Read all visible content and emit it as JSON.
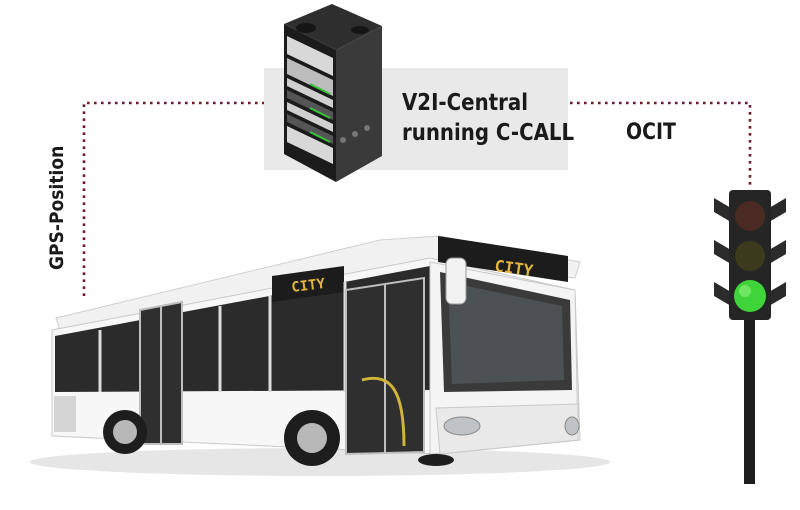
{
  "central": {
    "line1": "V2I-Central",
    "line2": "running C-CALL"
  },
  "links": {
    "left": "GPS-Position",
    "right": "OCIT"
  },
  "bus": {
    "destination_sign": "CITY",
    "side_sign": "CITY"
  },
  "traffic_light": {
    "active": "green"
  },
  "colors": {
    "link_line": "#6b1a2b",
    "green_lamp": "#2ecc40",
    "central_box": "#e9e9e9"
  }
}
